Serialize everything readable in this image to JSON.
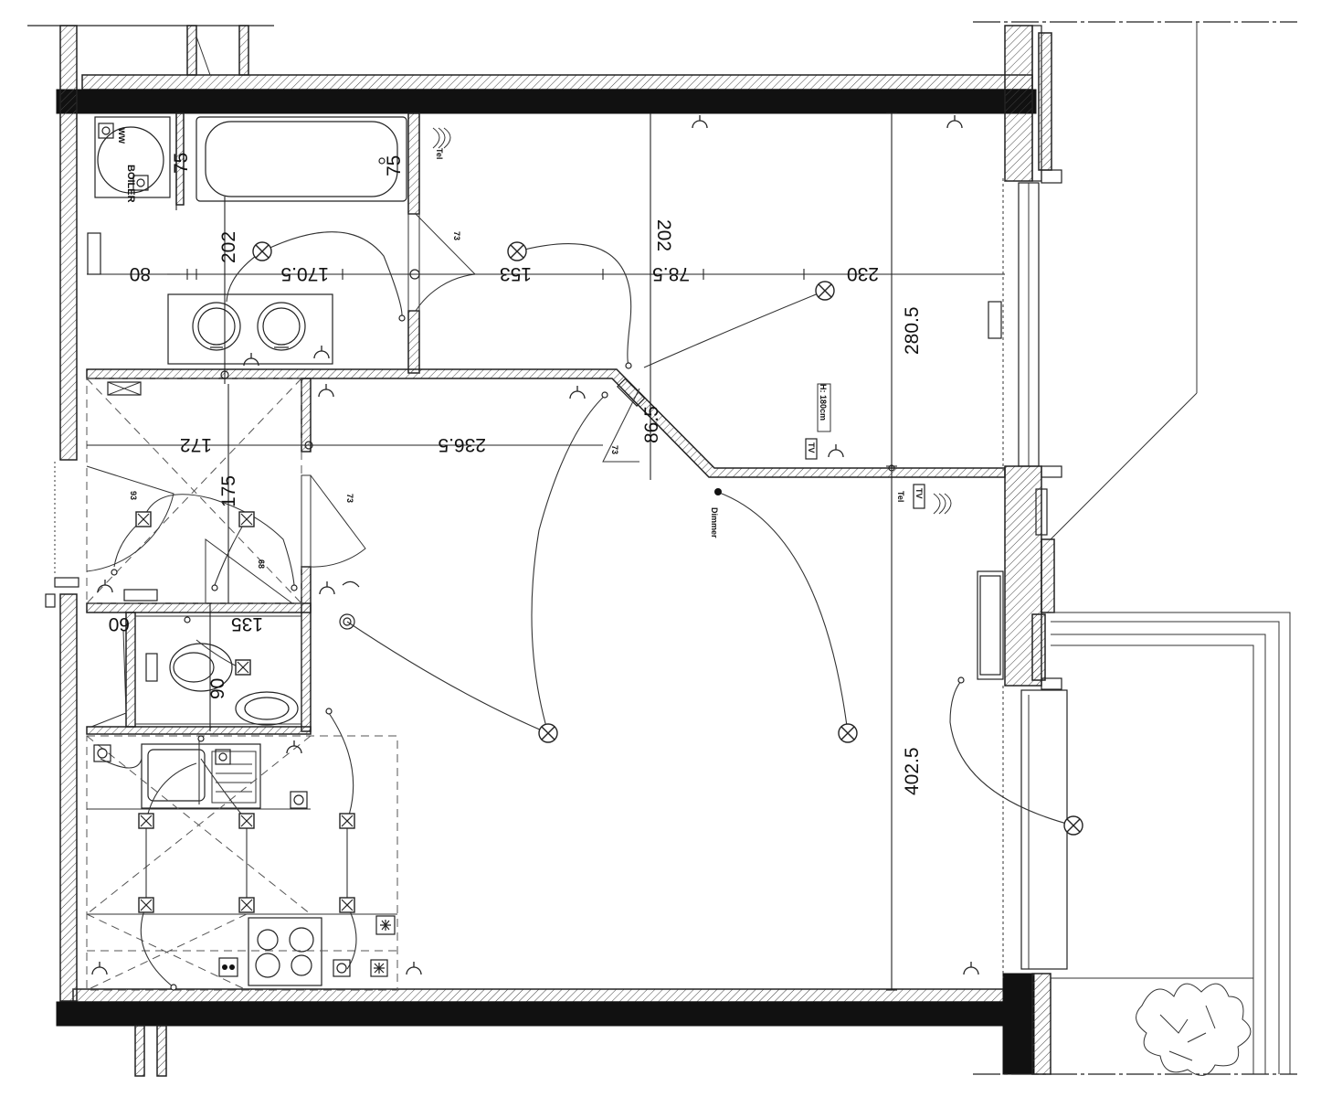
{
  "dimensions": {
    "d80": "80",
    "d170_5": "170.5",
    "d153": "153",
    "d78_5": "78.5",
    "d230": "230",
    "d202_left": "202",
    "d202_right": "202",
    "d75_boiler": "75",
    "d75_bath": "75",
    "d73_bath_door": "73",
    "d280_5": "280.5",
    "d172": "172",
    "d236_5": "236.5",
    "d86_5": "86.5",
    "d73_diag": "73",
    "d175": "175",
    "d93": "93",
    "d73_hall": "73",
    "d68": "68",
    "d135": "135",
    "d60": "60",
    "d90": "90",
    "d402_5": "402.5"
  },
  "labels": {
    "boiler": "BOILER",
    "dimmer": "Dimmer",
    "height_note": "H: 180cm",
    "tv": "TV",
    "tel": "Tel",
    "ww": "WW"
  }
}
